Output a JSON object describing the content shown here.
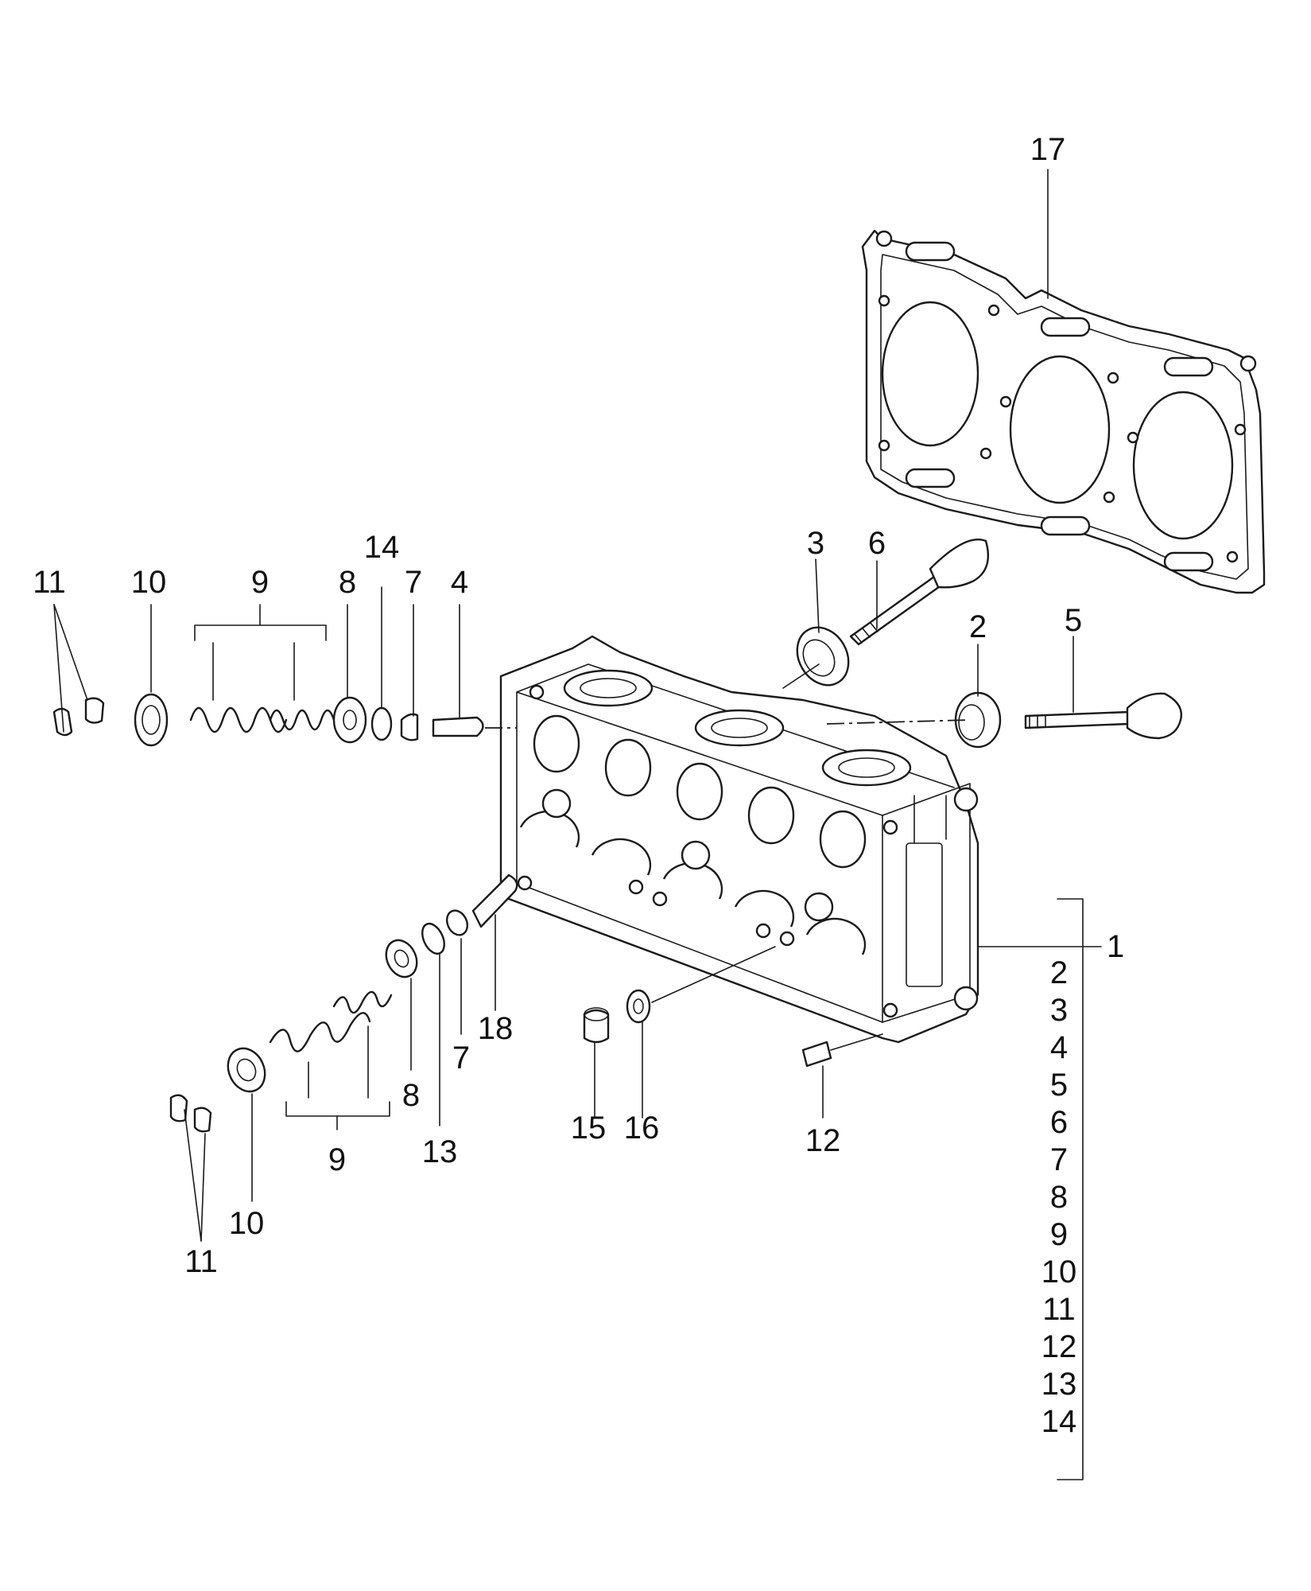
{
  "callouts": {
    "c17": "17",
    "c3": "3",
    "c6": "6",
    "c2": "2",
    "c5": "5",
    "c11_top": "11",
    "c10_top": "10",
    "c9_top": "9",
    "c8_top": "8",
    "c14": "14",
    "c7_top": "7",
    "c4": "4",
    "c1": "1",
    "c18": "18",
    "c7_bot": "7",
    "c8_bot": "8",
    "c13": "13",
    "c9_bot": "9",
    "c10_bot": "10",
    "c11_bot": "11",
    "c15": "15",
    "c16": "16",
    "c12": "12"
  },
  "kit_list": [
    "2",
    "3",
    "4",
    "5",
    "6",
    "7",
    "8",
    "9",
    "10",
    "11",
    "12",
    "13",
    "14"
  ]
}
